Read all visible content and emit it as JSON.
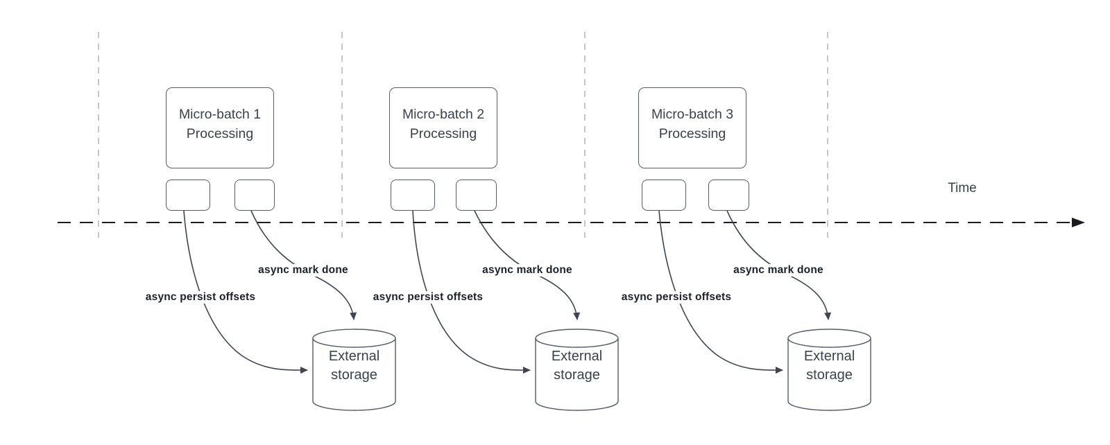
{
  "time_label": "Time",
  "groups": [
    {
      "title_line1": "Micro-batch 1",
      "title_line2": "Processing",
      "persist_label": "async persist offsets",
      "mark_done_label": "async mark done",
      "storage_line1": "External",
      "storage_line2": "storage"
    },
    {
      "title_line1": "Micro-batch 2",
      "title_line2": "Processing",
      "persist_label": "async persist offsets",
      "mark_done_label": "async mark done",
      "storage_line1": "External",
      "storage_line2": "storage"
    },
    {
      "title_line1": "Micro-batch 3",
      "title_line2": "Processing",
      "persist_label": "async persist offsets",
      "mark_done_label": "async mark done",
      "storage_line1": "External",
      "storage_line2": "storage"
    }
  ],
  "colors": {
    "axis": "#181b20",
    "curve": "#3e4450",
    "divider": "#a9adb3",
    "shape_border": "#545b66",
    "shape_text": "#3a414b",
    "edge_label_text": "#1b212b"
  }
}
